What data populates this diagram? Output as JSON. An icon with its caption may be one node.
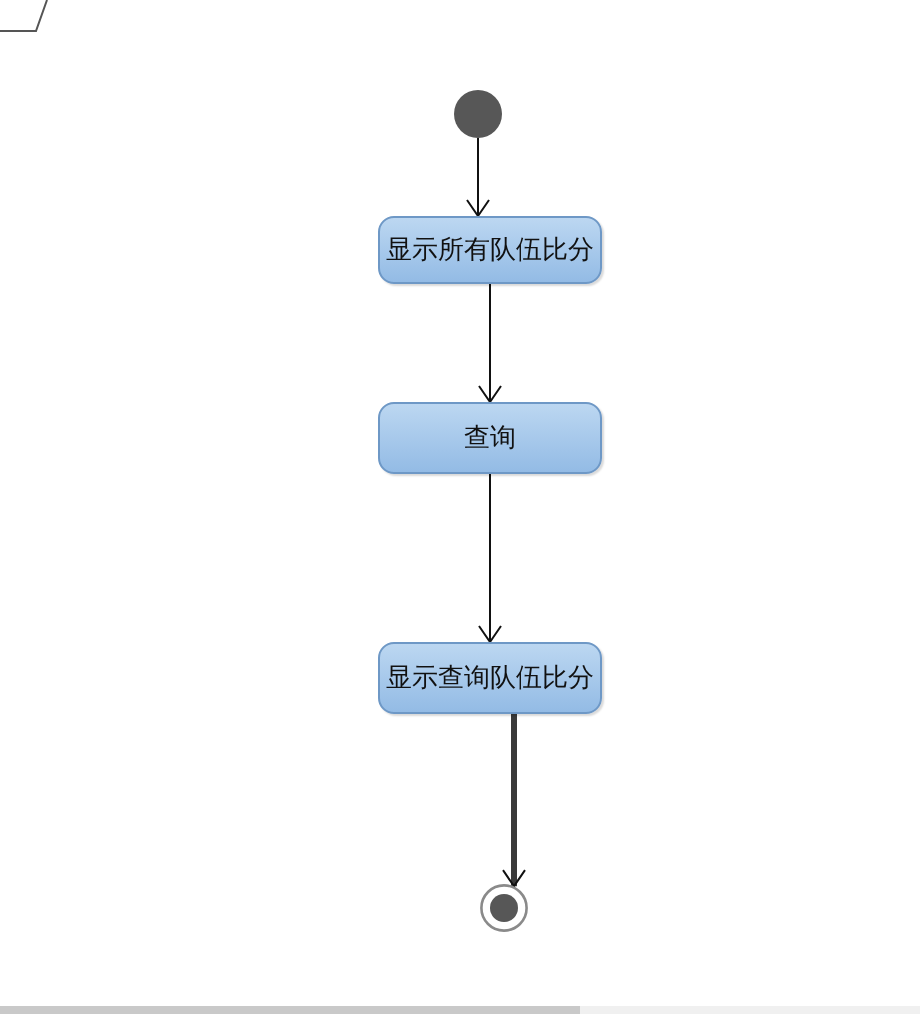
{
  "diagram": {
    "nodes": [
      {
        "text": [],
        "shape": "circle"
      },
      {
        "text": [
          "显示所有队伍比分"
        ]
      },
      {
        "text": [
          "查询"
        ]
      },
      {
        "text": [
          "显示查询队伍比分"
        ]
      },
      {
        "text": [],
        "shape": "bullseye"
      }
    ],
    "edges": [
      {
        "from": 0,
        "to": 1,
        "arrow": "to"
      },
      {
        "from": 1,
        "to": 2,
        "arrow": "to"
      },
      {
        "from": 2,
        "to": 3,
        "arrow": "to"
      },
      {
        "from": 3,
        "to": 4,
        "arrow": "to",
        "style": "thick"
      }
    ]
  }
}
